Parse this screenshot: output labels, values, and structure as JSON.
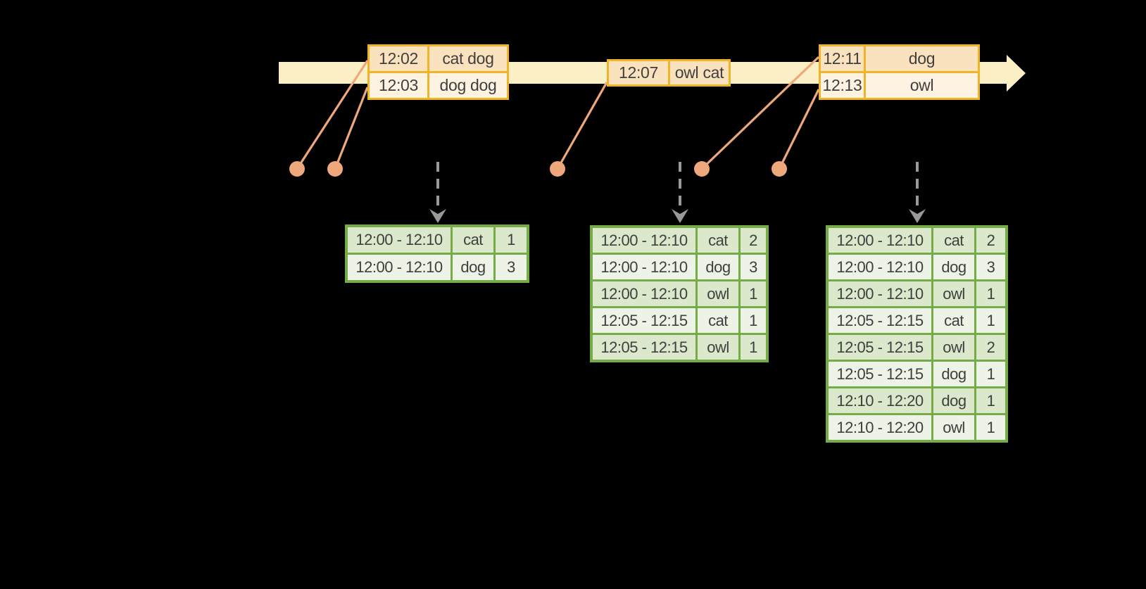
{
  "colors": {
    "background": "#000000",
    "timeline-bar": "#FBEFC5",
    "event-border": "#F0B429",
    "event-row-dark": "#FBE2BE",
    "event-row-light": "#FDF3E0",
    "connector": "#EFA77C",
    "trigger-arrow": "#999999",
    "result-border": "#76AC47",
    "result-row-dark": "#DCE8CC",
    "result-row-light": "#EEF3E7",
    "text": "#3F3F3F"
  },
  "icons": {
    "timeline_arrowhead": "right-arrow",
    "trigger_arrows": "dashed-down-arrow",
    "event_markers": "dot"
  },
  "event_tables": [
    {
      "rows": [
        {
          "time": "12:02",
          "words": "cat dog"
        },
        {
          "time": "12:03",
          "words": "dog dog"
        }
      ]
    },
    {
      "rows": [
        {
          "time": "12:07",
          "words": "owl cat"
        }
      ]
    },
    {
      "rows": [
        {
          "time": "12:11",
          "words": "dog"
        },
        {
          "time": "12:13",
          "words": "owl"
        }
      ]
    }
  ],
  "result_tables": [
    {
      "rows": [
        {
          "window": "12:00 - 12:10",
          "word": "cat",
          "count": "1"
        },
        {
          "window": "12:00 - 12:10",
          "word": "dog",
          "count": "3"
        }
      ]
    },
    {
      "rows": [
        {
          "window": "12:00 - 12:10",
          "word": "cat",
          "count": "2"
        },
        {
          "window": "12:00 - 12:10",
          "word": "dog",
          "count": "3"
        },
        {
          "window": "12:00 - 12:10",
          "word": "owl",
          "count": "1"
        },
        {
          "window": "12:05 - 12:15",
          "word": "cat",
          "count": "1"
        },
        {
          "window": "12:05 - 12:15",
          "word": "owl",
          "count": "1"
        }
      ]
    },
    {
      "rows": [
        {
          "window": "12:00 - 12:10",
          "word": "cat",
          "count": "2"
        },
        {
          "window": "12:00 - 12:10",
          "word": "dog",
          "count": "3"
        },
        {
          "window": "12:00 - 12:10",
          "word": "owl",
          "count": "1"
        },
        {
          "window": "12:05 - 12:15",
          "word": "cat",
          "count": "1"
        },
        {
          "window": "12:05 - 12:15",
          "word": "owl",
          "count": "2"
        },
        {
          "window": "12:05 - 12:15",
          "word": "dog",
          "count": "1"
        },
        {
          "window": "12:10 - 12:20",
          "word": "dog",
          "count": "1"
        },
        {
          "window": "12:10 - 12:20",
          "word": "owl",
          "count": "1"
        }
      ]
    }
  ]
}
